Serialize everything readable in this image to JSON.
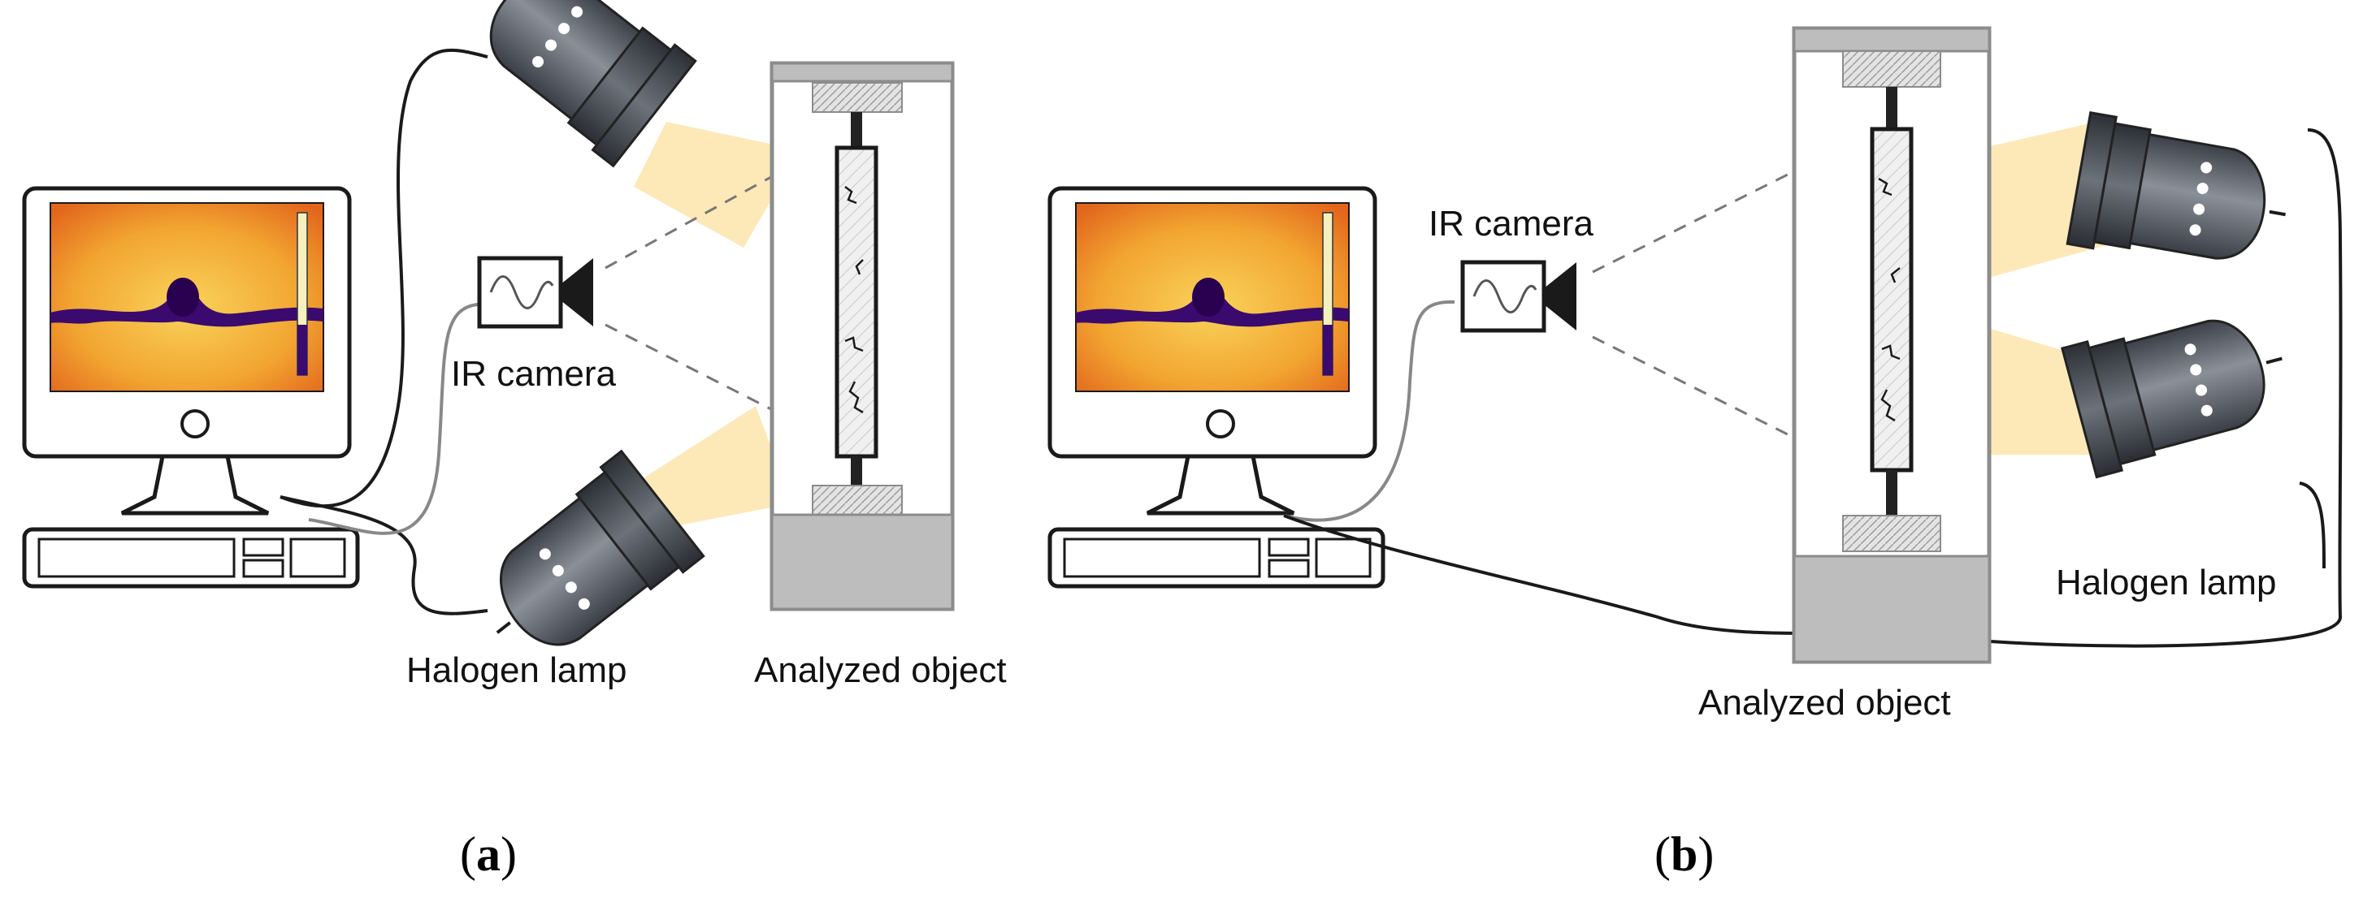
{
  "panels": [
    {
      "id": "a",
      "caption_open": "(",
      "caption_letter": "a",
      "caption_close": ")",
      "labels": {
        "camera": "IR camera",
        "lamp": "Halogen lamp",
        "object": "Analyzed object"
      }
    },
    {
      "id": "b",
      "caption_open": "(",
      "caption_letter": "b",
      "caption_close": ")",
      "labels": {
        "camera": "IR camera",
        "lamp": "Halogen lamp",
        "object": "Analyzed object"
      }
    }
  ],
  "colors": {
    "lamp_body": "#5b6068",
    "light_beam": "#fde7b0",
    "frame": "#8c8c8c",
    "frame_fill": "#bdbdbd",
    "thermal_hot": "#f6c445",
    "thermal_warm": "#e8721c",
    "thermal_defect": "#3a0a6e",
    "outline": "#1a1a1a"
  },
  "icons": [
    "monitor-icon",
    "keyboard-icon",
    "ir-camera-icon",
    "halogen-lamp-icon",
    "test-frame-icon"
  ]
}
